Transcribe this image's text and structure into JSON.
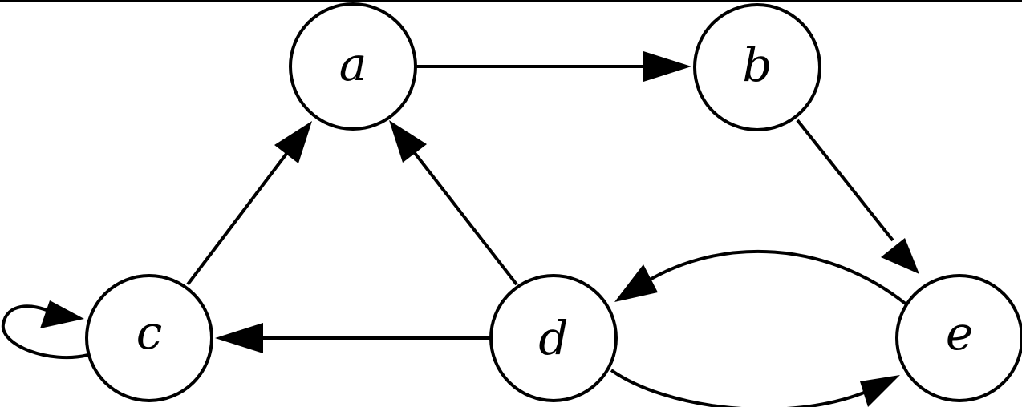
{
  "nodes": {
    "a": {
      "label": "a"
    },
    "b": {
      "label": "b"
    },
    "c": {
      "label": "c"
    },
    "d": {
      "label": "d"
    },
    "e": {
      "label": "e"
    }
  },
  "edges": [
    {
      "from": "a",
      "to": "b"
    },
    {
      "from": "b",
      "to": "e"
    },
    {
      "from": "c",
      "to": "a"
    },
    {
      "from": "d",
      "to": "a"
    },
    {
      "from": "d",
      "to": "c"
    },
    {
      "from": "e",
      "to": "d"
    },
    {
      "from": "d",
      "to": "e"
    },
    {
      "from": "c",
      "to": "c"
    }
  ],
  "colors": {
    "stroke": "#000000",
    "fill": "#ffffff"
  }
}
